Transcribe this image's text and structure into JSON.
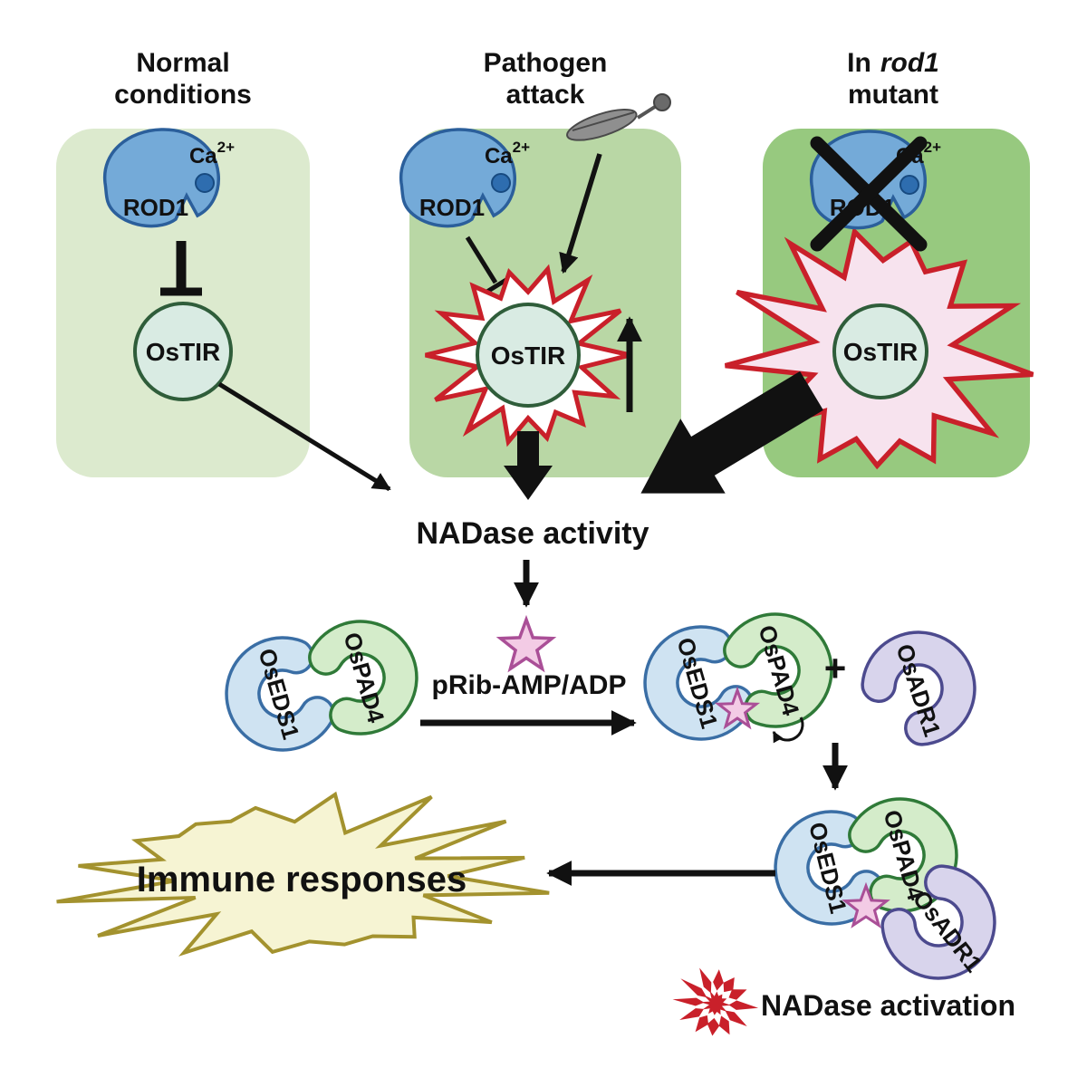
{
  "panels": {
    "normal": {
      "title1": "Normal",
      "title2": "conditions",
      "rod1": "ROD1",
      "ca": "Ca",
      "ca_sup": "2+",
      "ostir": "OsTIR"
    },
    "pathogen": {
      "title1": "Pathogen",
      "title2": "attack",
      "rod1": "ROD1",
      "ca": "Ca",
      "ca_sup": "2+",
      "ostir": "OsTIR"
    },
    "mutant": {
      "title1a": "In",
      "title1b": "rod1",
      "title2": "mutant",
      "rod1": "ROD1",
      "ca": "Ca",
      "ca_sup": "2+",
      "ostir": "OsTIR"
    }
  },
  "flow": {
    "nadase_activity": "NADase activity",
    "prib_label": "pRib-AMP/ADP",
    "plus": "+",
    "immune": "Immune responses"
  },
  "proteins": {
    "eds1": "OsEDS1",
    "pad4": "OsPAD4",
    "adr1": "OsADR1"
  },
  "legend": {
    "nadase_activation": "NADase activation"
  },
  "colors": {
    "panel_normal": "#dceace",
    "panel_pathogen": "#b9d7a5",
    "panel_mutant": "#97c97f",
    "rod1_fill": "#74aad8",
    "rod1_stroke": "#2b5f9b",
    "ca_dot": "#2e6daf",
    "ostir_fill": "#d9ebe3",
    "ostir_stroke": "#2f5d3a",
    "burst_red": "#c9202a",
    "burst_inner": "#ffffff",
    "burst_pink_fill": "#f7e3ee",
    "star_pink_fill": "#f3cbe5",
    "star_pink_stroke": "#aa4f97",
    "eds1_fill": "#cfe3f2",
    "eds1_stroke": "#3a6ea5",
    "pad4_fill": "#d4ecca",
    "pad4_stroke": "#2f7a38",
    "adr1_fill": "#d8d4ec",
    "adr1_stroke": "#4c4a8e",
    "immune_fill": "#f6f4d3",
    "immune_stroke": "#a3922e",
    "arrow": "#111111"
  }
}
